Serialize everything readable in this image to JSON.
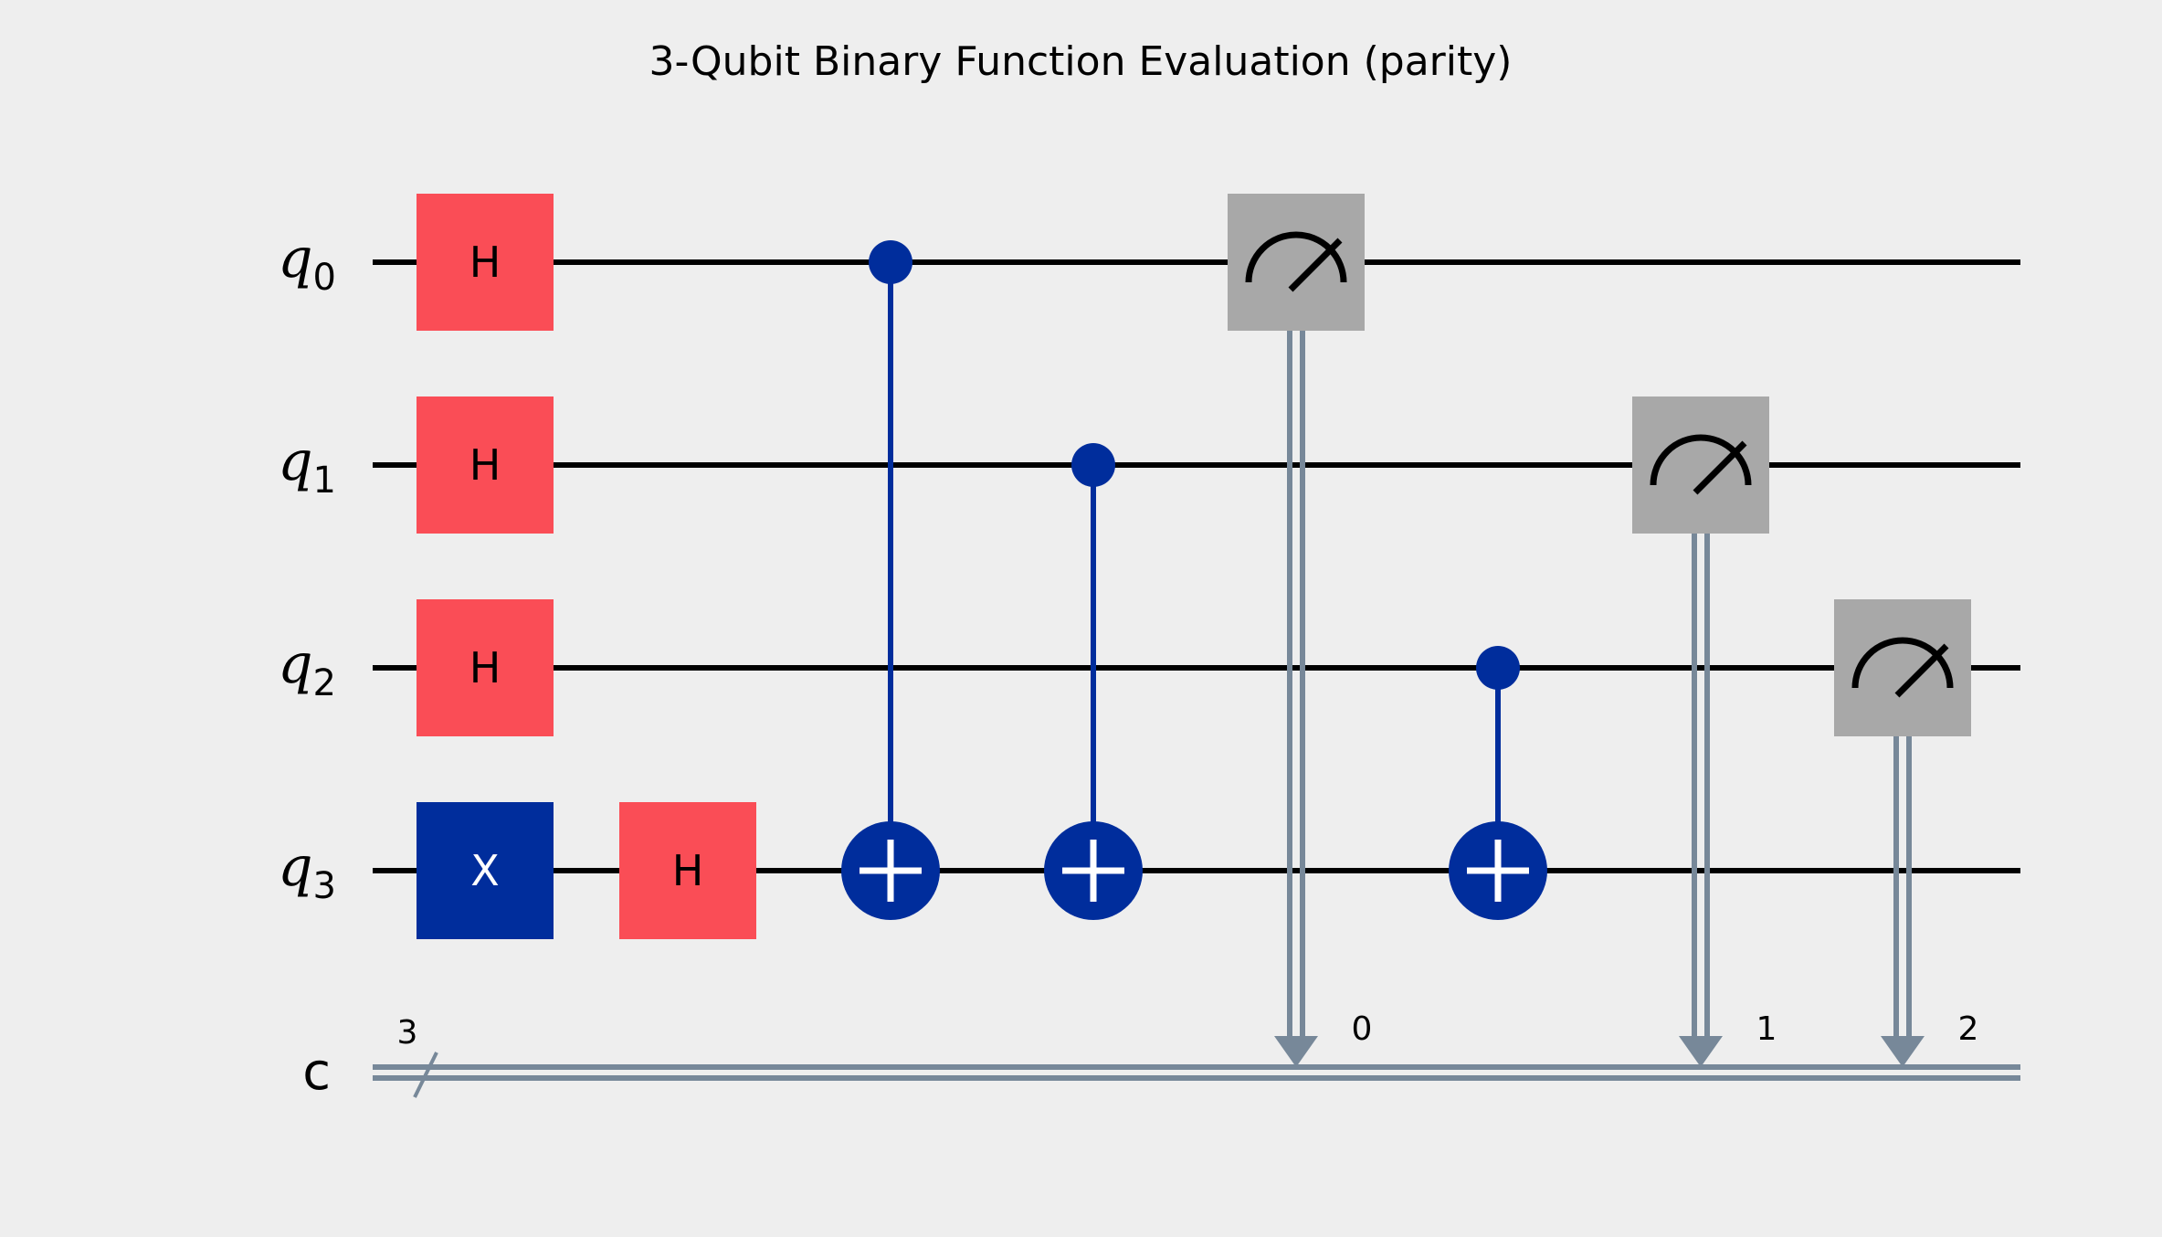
{
  "title": "3-Qubit Binary Function Evaluation (parity)",
  "qubits": [
    {
      "name": "q",
      "index": "0"
    },
    {
      "name": "q",
      "index": "1"
    },
    {
      "name": "q",
      "index": "2"
    },
    {
      "name": "q",
      "index": "3"
    }
  ],
  "classical_register": {
    "name": "c",
    "size": "3",
    "bits": [
      "0",
      "1",
      "2"
    ]
  },
  "gates": [
    {
      "type": "H",
      "label": "H",
      "qubit": 0,
      "column": 0
    },
    {
      "type": "H",
      "label": "H",
      "qubit": 1,
      "column": 0
    },
    {
      "type": "H",
      "label": "H",
      "qubit": 2,
      "column": 0
    },
    {
      "type": "X",
      "label": "X",
      "qubit": 3,
      "column": 0
    },
    {
      "type": "H",
      "label": "H",
      "qubit": 3,
      "column": 1
    },
    {
      "type": "CX",
      "control": 0,
      "target": 3,
      "column": 2
    },
    {
      "type": "CX",
      "control": 1,
      "target": 3,
      "column": 3
    },
    {
      "type": "MEASURE",
      "qubit": 0,
      "clbit": 0,
      "column": 4
    },
    {
      "type": "CX",
      "control": 2,
      "target": 3,
      "column": 5
    },
    {
      "type": "MEASURE",
      "qubit": 1,
      "clbit": 1,
      "column": 6
    },
    {
      "type": "MEASURE",
      "qubit": 2,
      "clbit": 2,
      "column": 7
    }
  ],
  "colors": {
    "background": "#eeeeee",
    "wire": "#000000",
    "h_gate": "#fa4d56",
    "x_gate": "#002d9c",
    "cx": "#002d9c",
    "measure": "#a8a8a8",
    "classical": "#778899"
  }
}
